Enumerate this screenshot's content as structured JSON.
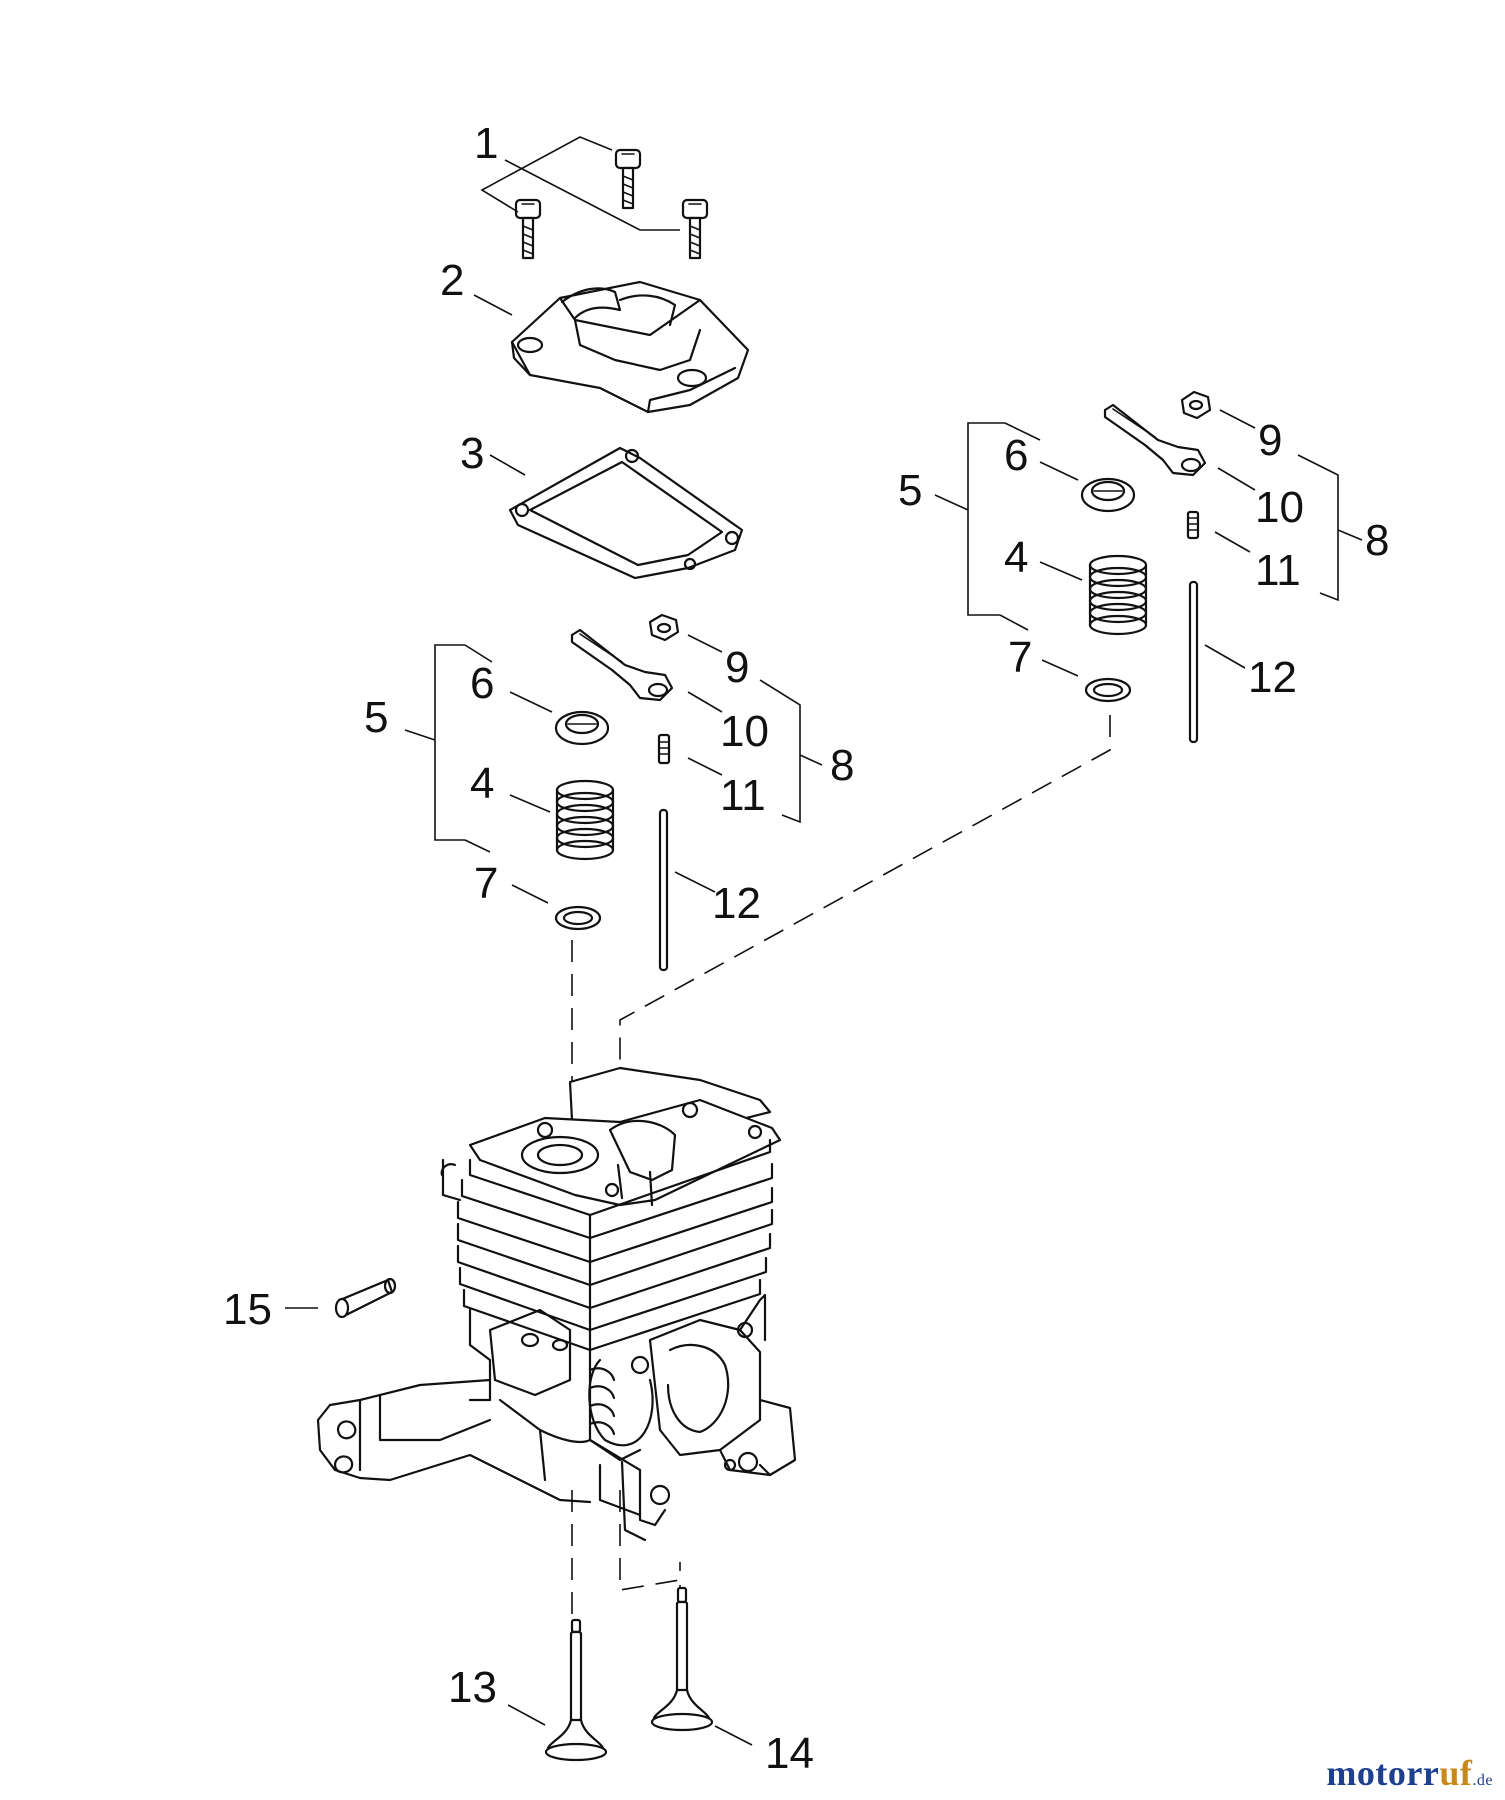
{
  "callouts": {
    "c1": "1",
    "c2": "2",
    "c3": "3",
    "l4": "4",
    "l5": "5",
    "l6": "6",
    "l7": "7",
    "l8": "8",
    "l9": "9",
    "l10": "10",
    "l11": "11",
    "l12": "12",
    "r4": "4",
    "r5": "5",
    "r6": "6",
    "r7": "7",
    "r8": "8",
    "r9": "9",
    "r10": "10",
    "r11": "11",
    "r12": "12",
    "c13": "13",
    "c14": "14",
    "c15": "15"
  },
  "watermark": {
    "brand_a": "motor",
    "brand_b": "uf",
    "mid": "r",
    "tld": ".de"
  },
  "colors": {
    "line": "#111111",
    "watermark_blue": "#1f3f8f",
    "watermark_orange": "#c9881c"
  }
}
